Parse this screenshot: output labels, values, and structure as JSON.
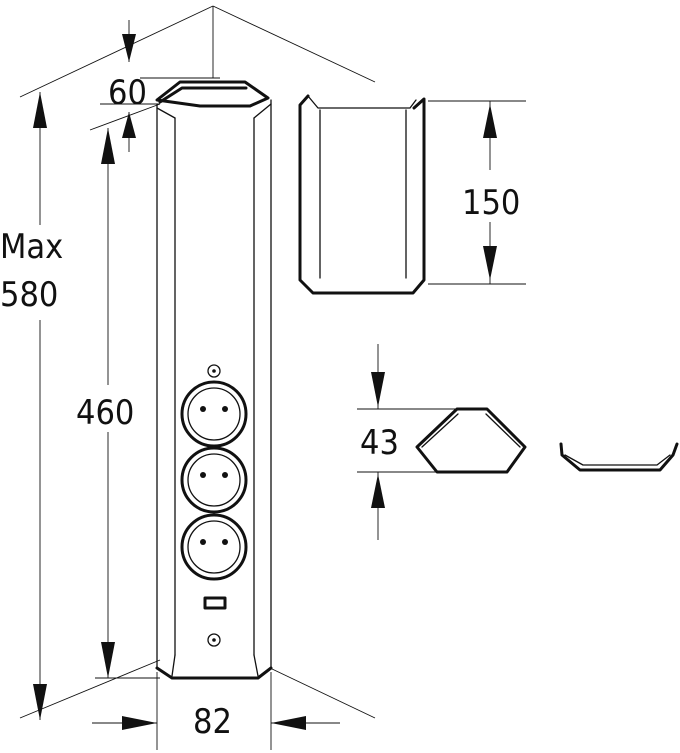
{
  "dimensions": {
    "depth": "60",
    "max_label": "Max",
    "max_value": "580",
    "body_height": "460",
    "cover_height": "150",
    "profile_depth": "43",
    "width": "82"
  },
  "icons": {
    "socket": "schuko-socket-icon",
    "usb": "usb-port-icon",
    "indicator": "indicator-light-icon"
  }
}
